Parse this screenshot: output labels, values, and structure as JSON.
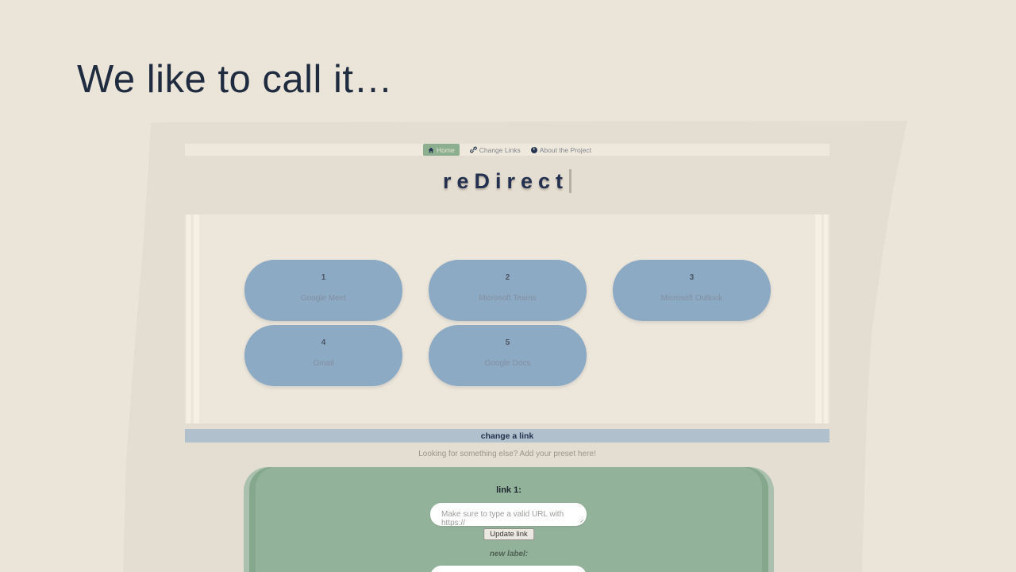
{
  "slide": {
    "title": "We like to call it…"
  },
  "page": {
    "nav": [
      {
        "icon": "home-icon",
        "label": "Home"
      },
      {
        "icon": "link-icon",
        "label": "Change Links"
      },
      {
        "icon": "info-icon",
        "label": "About the Project"
      }
    ],
    "site_title": "reDirect",
    "preset_buttons": [
      {
        "number": "1",
        "label": "Google Meet"
      },
      {
        "number": "2",
        "label": "Microsoft Teams"
      },
      {
        "number": "3",
        "label": "Microsoft Outlook"
      },
      {
        "number": "4",
        "label": "Gmail"
      },
      {
        "number": "5",
        "label": "Google Docs"
      }
    ],
    "change_link_bar_label": "change a link",
    "preset_prompt": "Looking for something else? Add your preset here!",
    "link_form": {
      "heading": "link 1:",
      "url_placeholder": "Make sure to type a valid URL with https://",
      "update_button_label": "Update link",
      "new_label_text": "new label:"
    },
    "colors": {
      "slide_background": "#ebe4d9",
      "screenshot_background": "#e4ddd1",
      "nav_strip": "#efe9dd",
      "home_button_green": "#8caf90",
      "title_navy": "#233050",
      "panel_cream": "#ede7db",
      "preset_button_blue": "#8daac5",
      "change_bar_blue": "#b1c0cd",
      "form_panel_green": "#93b29a"
    }
  }
}
